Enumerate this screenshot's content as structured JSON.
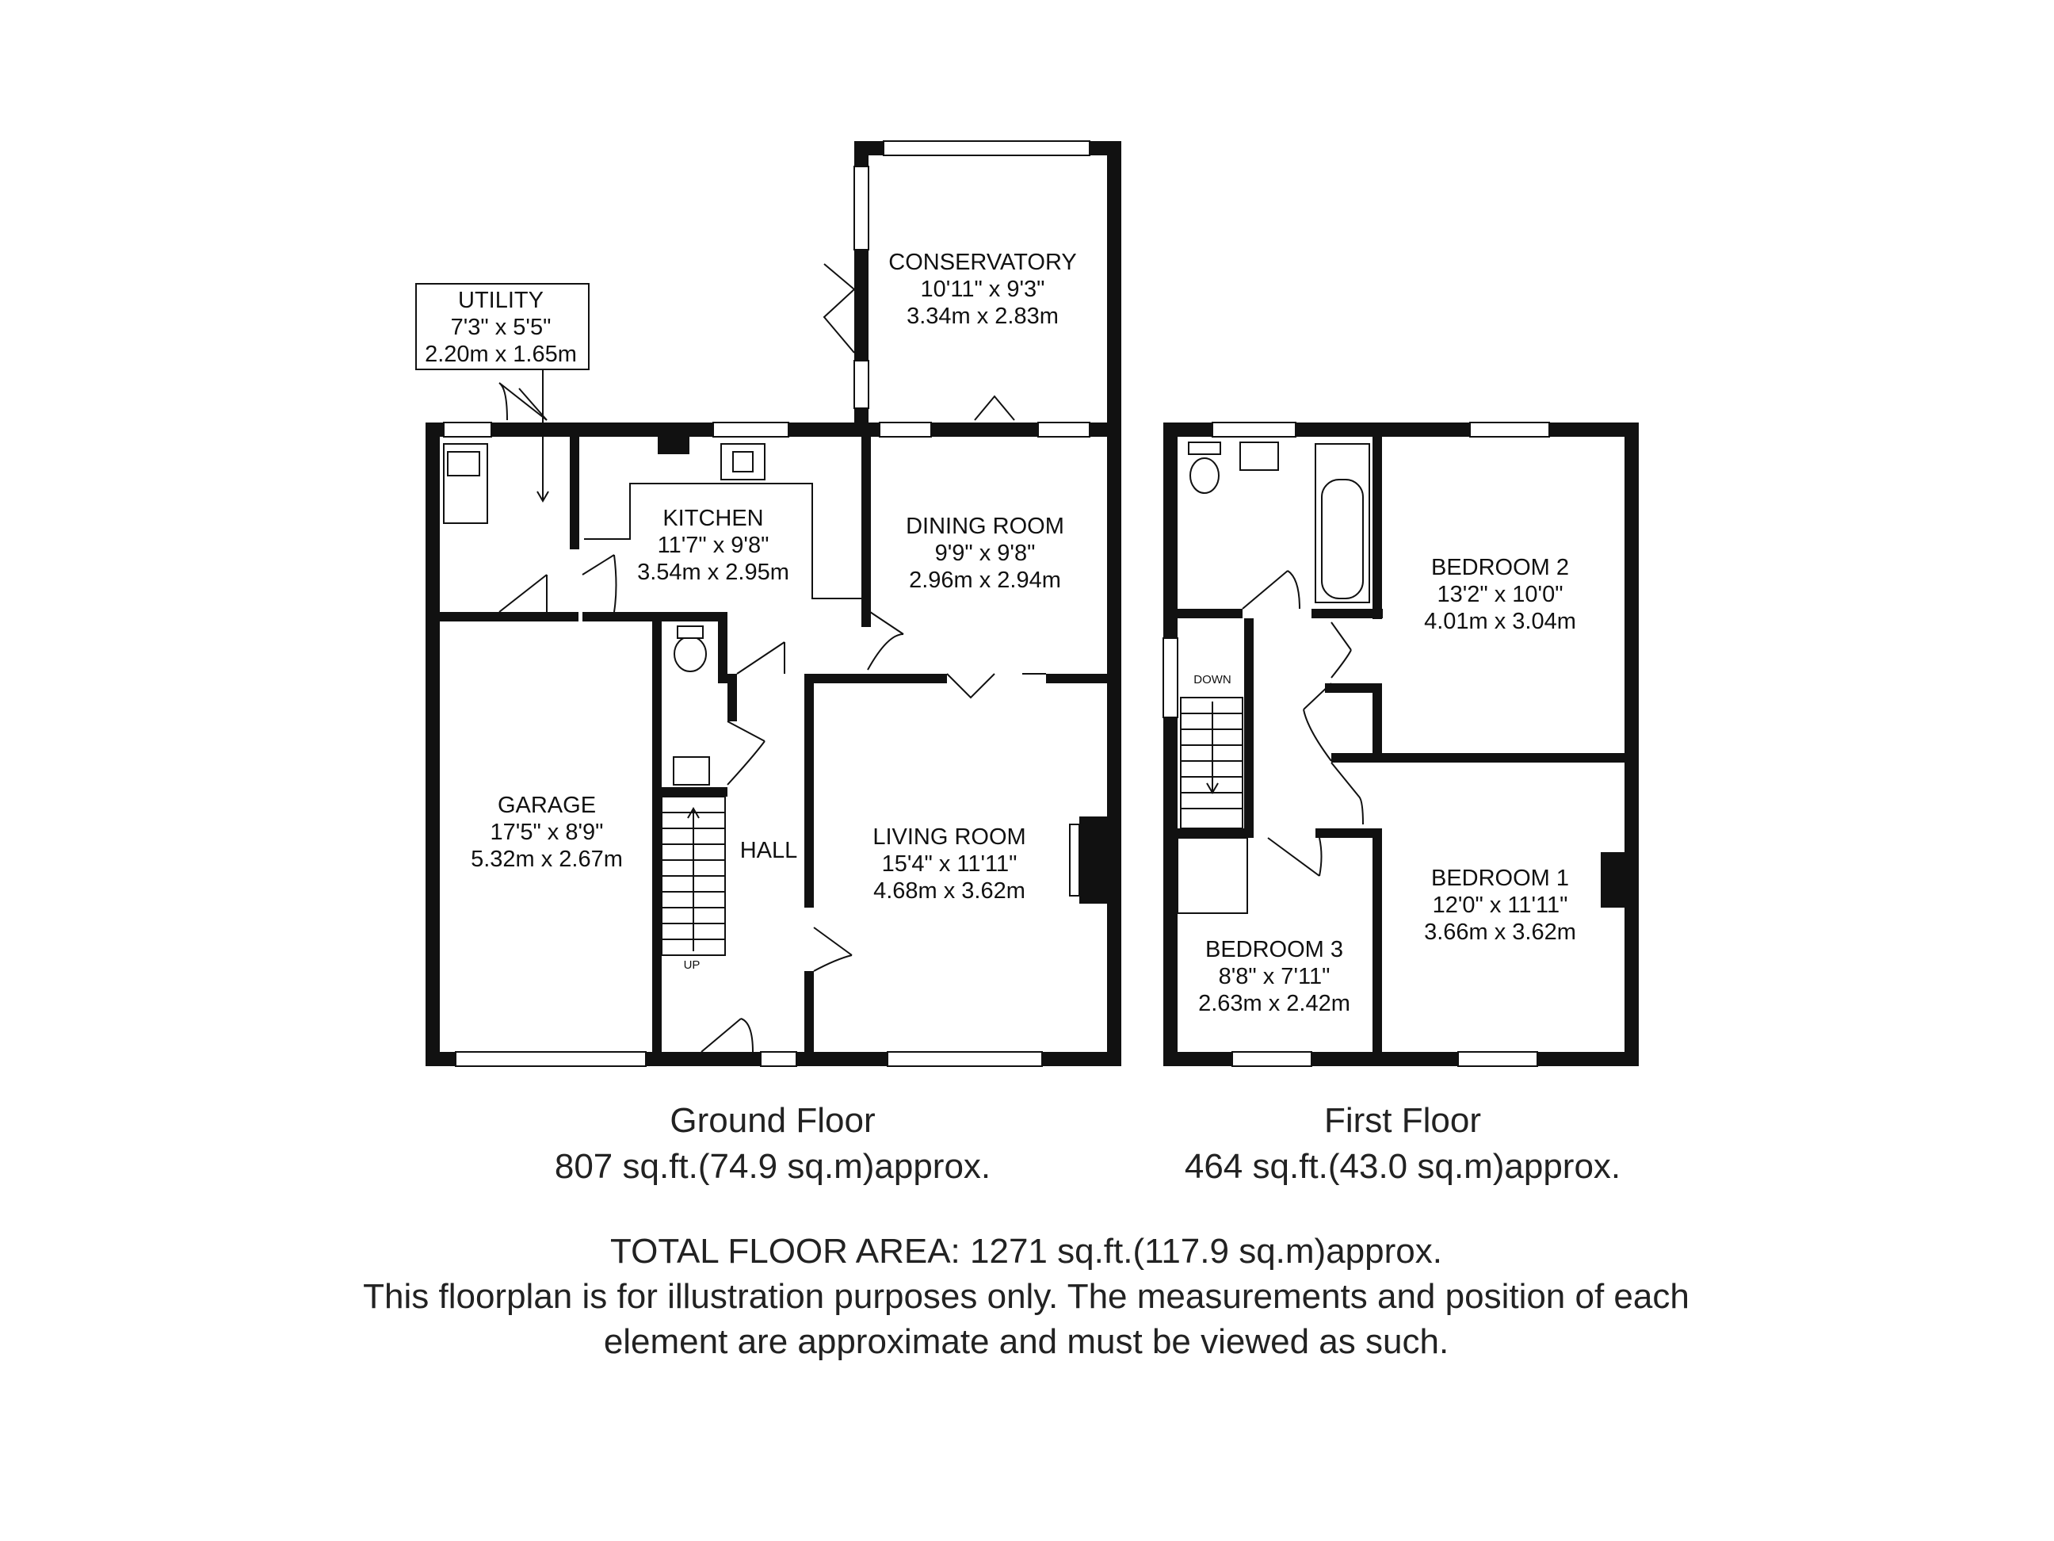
{
  "rooms": {
    "utility": {
      "name": "UTILITY",
      "imperial": "7'3\" x 5'5\"",
      "metric": "2.20m x 1.65m"
    },
    "conservatory": {
      "name": "CONSERVATORY",
      "imperial": "10'11\" x 9'3\"",
      "metric": "3.34m x 2.83m"
    },
    "kitchen": {
      "name": "KITCHEN",
      "imperial": "11'7\" x 9'8\"",
      "metric": "3.54m x 2.95m"
    },
    "dining_room": {
      "name": "DINING ROOM",
      "imperial": "9'9\" x 9'8\"",
      "metric": "2.96m x 2.94m"
    },
    "garage": {
      "name": "GARAGE",
      "imperial": "17'5\" x 8'9\"",
      "metric": "5.32m x 2.67m"
    },
    "hall": {
      "name": "HALL"
    },
    "living_room": {
      "name": "LIVING ROOM",
      "imperial": "15'4\" x 11'11\"",
      "metric": "4.68m x 3.62m"
    },
    "bedroom_2": {
      "name": "BEDROOM 2",
      "imperial": "13'2\" x 10'0\"",
      "metric": "4.01m x 3.04m"
    },
    "bedroom_1": {
      "name": "BEDROOM 1",
      "imperial": "12'0\" x 11'11\"",
      "metric": "3.66m x 3.62m"
    },
    "bedroom_3": {
      "name": "BEDROOM 3",
      "imperial": "8'8\" x 7'11\"",
      "metric": "2.63m x 2.42m"
    }
  },
  "stairs": {
    "up_label": "UP",
    "down_label": "DOWN"
  },
  "ground_floor": {
    "title": "Ground Floor",
    "area": "807 sq.ft.(74.9 sq.m)approx."
  },
  "first_floor": {
    "title": "First Floor",
    "area": "464 sq.ft.(43.0 sq.m)approx."
  },
  "total": {
    "area": "TOTAL FLOOR AREA: 1271 sq.ft.(117.9 sq.m)approx.",
    "disclaimer": "This floorplan is for illustration purposes only. The measurements and position of each element are approximate and must be viewed as such."
  }
}
